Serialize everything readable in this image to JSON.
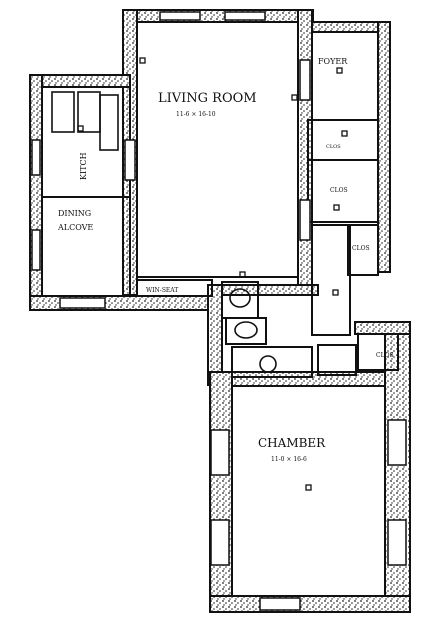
{
  "rooms": {
    "living_room": {
      "name": "LIVING ROOM",
      "dims": "11-6 × 16-10"
    },
    "foyer": {
      "name": "FOYER"
    },
    "kitchen": {
      "name": "KITCH"
    },
    "dining_alcove": {
      "name": "DINING",
      "name2": "ALCOVE"
    },
    "closet_1": {
      "name": "CLOS"
    },
    "closet_2": {
      "name": "CLOS"
    },
    "closet_3": {
      "name": "CLOS"
    },
    "closet_4": {
      "name": "CLOS"
    },
    "chamber": {
      "name": "CHAMBER",
      "dims": "11-0 × 16-6"
    },
    "window_seat": {
      "name": "WIN-SEAT"
    }
  },
  "colors": {
    "ink": "#111111",
    "wall_fill": "#ffffff",
    "stipple": "#222222"
  }
}
